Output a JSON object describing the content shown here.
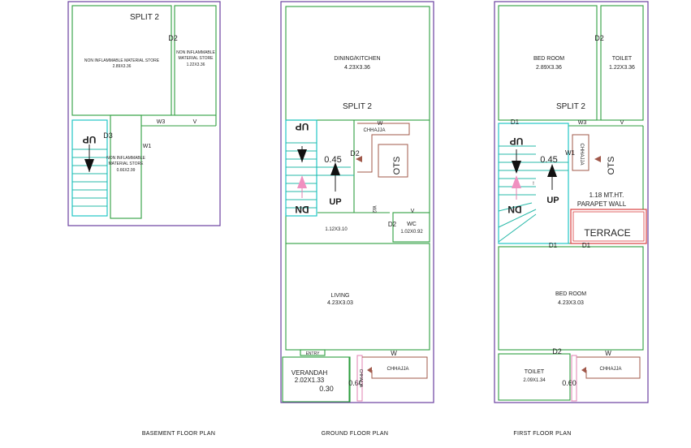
{
  "plans": {
    "basement": {
      "caption": "BASEMENT FLOOR PLAN",
      "split": "SPLIT 2",
      "store1_name": "NON INFLAMMABLE MATERIAL STORE",
      "store1_size": "2.89X3.36",
      "store2_name_1": "NON INFLAMMABLE",
      "store2_name_2": "MATERIAL STORE",
      "store2_size": "1.22X3.36",
      "store3_name_1": "NON INFLAMMABLE",
      "store3_name_2": "MATERIAL STORE",
      "store3_size": "0.66X2.99",
      "d2": "D2",
      "d3": "D3",
      "w1": "W1",
      "w3": "W3",
      "v": "V",
      "stair_up": "UP"
    },
    "ground": {
      "caption": "GROUND FLOOR PLAN",
      "dining_name": "DINING/KITCHEN",
      "dining_size": "4.23X3.36",
      "split": "SPLIT 2",
      "chhaja": "CHHAJJA",
      "ots": "OTS",
      "level": "0.45",
      "d2a": "D2",
      "d2b": "D2",
      "w": "W",
      "v": "V",
      "w2": "W2",
      "up": "UP",
      "dn": "DN",
      "passage_size": "1.12X3.10",
      "wc_name": "WC",
      "wc_size": "1.02X0.92",
      "living_name": "LIVING",
      "living_size": "4.23X3.03",
      "entry": "ENTRY",
      "w_bottom": "W",
      "verandah_name": "VERANDAH",
      "verandah_size": "2.02X1.33",
      "dim_030": "0.30",
      "dim_060": "0.60",
      "chhaja2": "CHHAJJA",
      "chhaja3": "CHHAJJA"
    },
    "first": {
      "caption": "FIRST FLOOR PLAN",
      "bed1_name": "BED ROOM",
      "bed1_size": "2.89X3.36",
      "toilet1_name": "TOILET",
      "toilet1_size": "1.22X3.36",
      "split": "SPLIT 2",
      "d2": "D2",
      "d1a": "D1",
      "w3": "W3",
      "v": "V",
      "w1": "W1",
      "level": "0.45",
      "chhaja": "CHHAJJA",
      "ots": "OTS",
      "up": "UP",
      "dn": "DN",
      "parapet_1": "1.18 MT.HT.",
      "parapet_2": "PARAPET WALL",
      "terrace": "TERRACE",
      "d1b": "D1",
      "d1c": "D1",
      "bed2_name": "BED ROOM",
      "bed2_size": "4.23X3.03",
      "d2b": "D2",
      "w": "W",
      "toilet2_name": "TOILET",
      "toilet2_size": "2.09X1.34",
      "dim_060": "0.60",
      "chhaja2": "CHHAJJA"
    }
  }
}
